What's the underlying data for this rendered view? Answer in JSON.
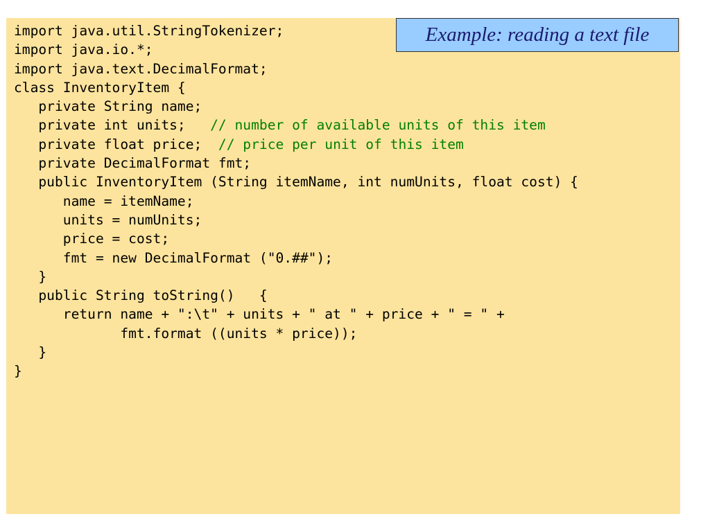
{
  "slide": {
    "title": "Example: reading a text file",
    "code": [
      {
        "text": "import java.util.StringTokenizer;",
        "comment": ""
      },
      {
        "text": "import java.io.*;",
        "comment": ""
      },
      {
        "text": "import java.text.DecimalFormat;",
        "comment": ""
      },
      {
        "text": "class InventoryItem {",
        "comment": ""
      },
      {
        "text": "   private String name;",
        "comment": ""
      },
      {
        "text": "   private int units;   ",
        "comment": "// number of available units of this item"
      },
      {
        "text": "   private float price;  ",
        "comment": "// price per unit of this item"
      },
      {
        "text": "   private DecimalFormat fmt;",
        "comment": ""
      },
      {
        "text": "   public InventoryItem (String itemName, int numUnits, float cost) {",
        "comment": ""
      },
      {
        "text": "      name = itemName;",
        "comment": ""
      },
      {
        "text": "      units = numUnits;",
        "comment": ""
      },
      {
        "text": "      price = cost;",
        "comment": ""
      },
      {
        "text": "      fmt = new DecimalFormat (\"0.##\");",
        "comment": ""
      },
      {
        "text": "   }",
        "comment": ""
      },
      {
        "text": "   public String toString()   {",
        "comment": ""
      },
      {
        "text": "      return name + \":\\t\" + units + \" at \" + price + \" = \" +",
        "comment": ""
      },
      {
        "text": "             fmt.format ((units * price));",
        "comment": ""
      },
      {
        "text": "   }",
        "comment": ""
      },
      {
        "text": "}",
        "comment": ""
      }
    ]
  },
  "colors": {
    "panel_background": "#fde49e",
    "title_background": "#99ccff",
    "code_text": "#000000",
    "comment_text": "#008000"
  }
}
